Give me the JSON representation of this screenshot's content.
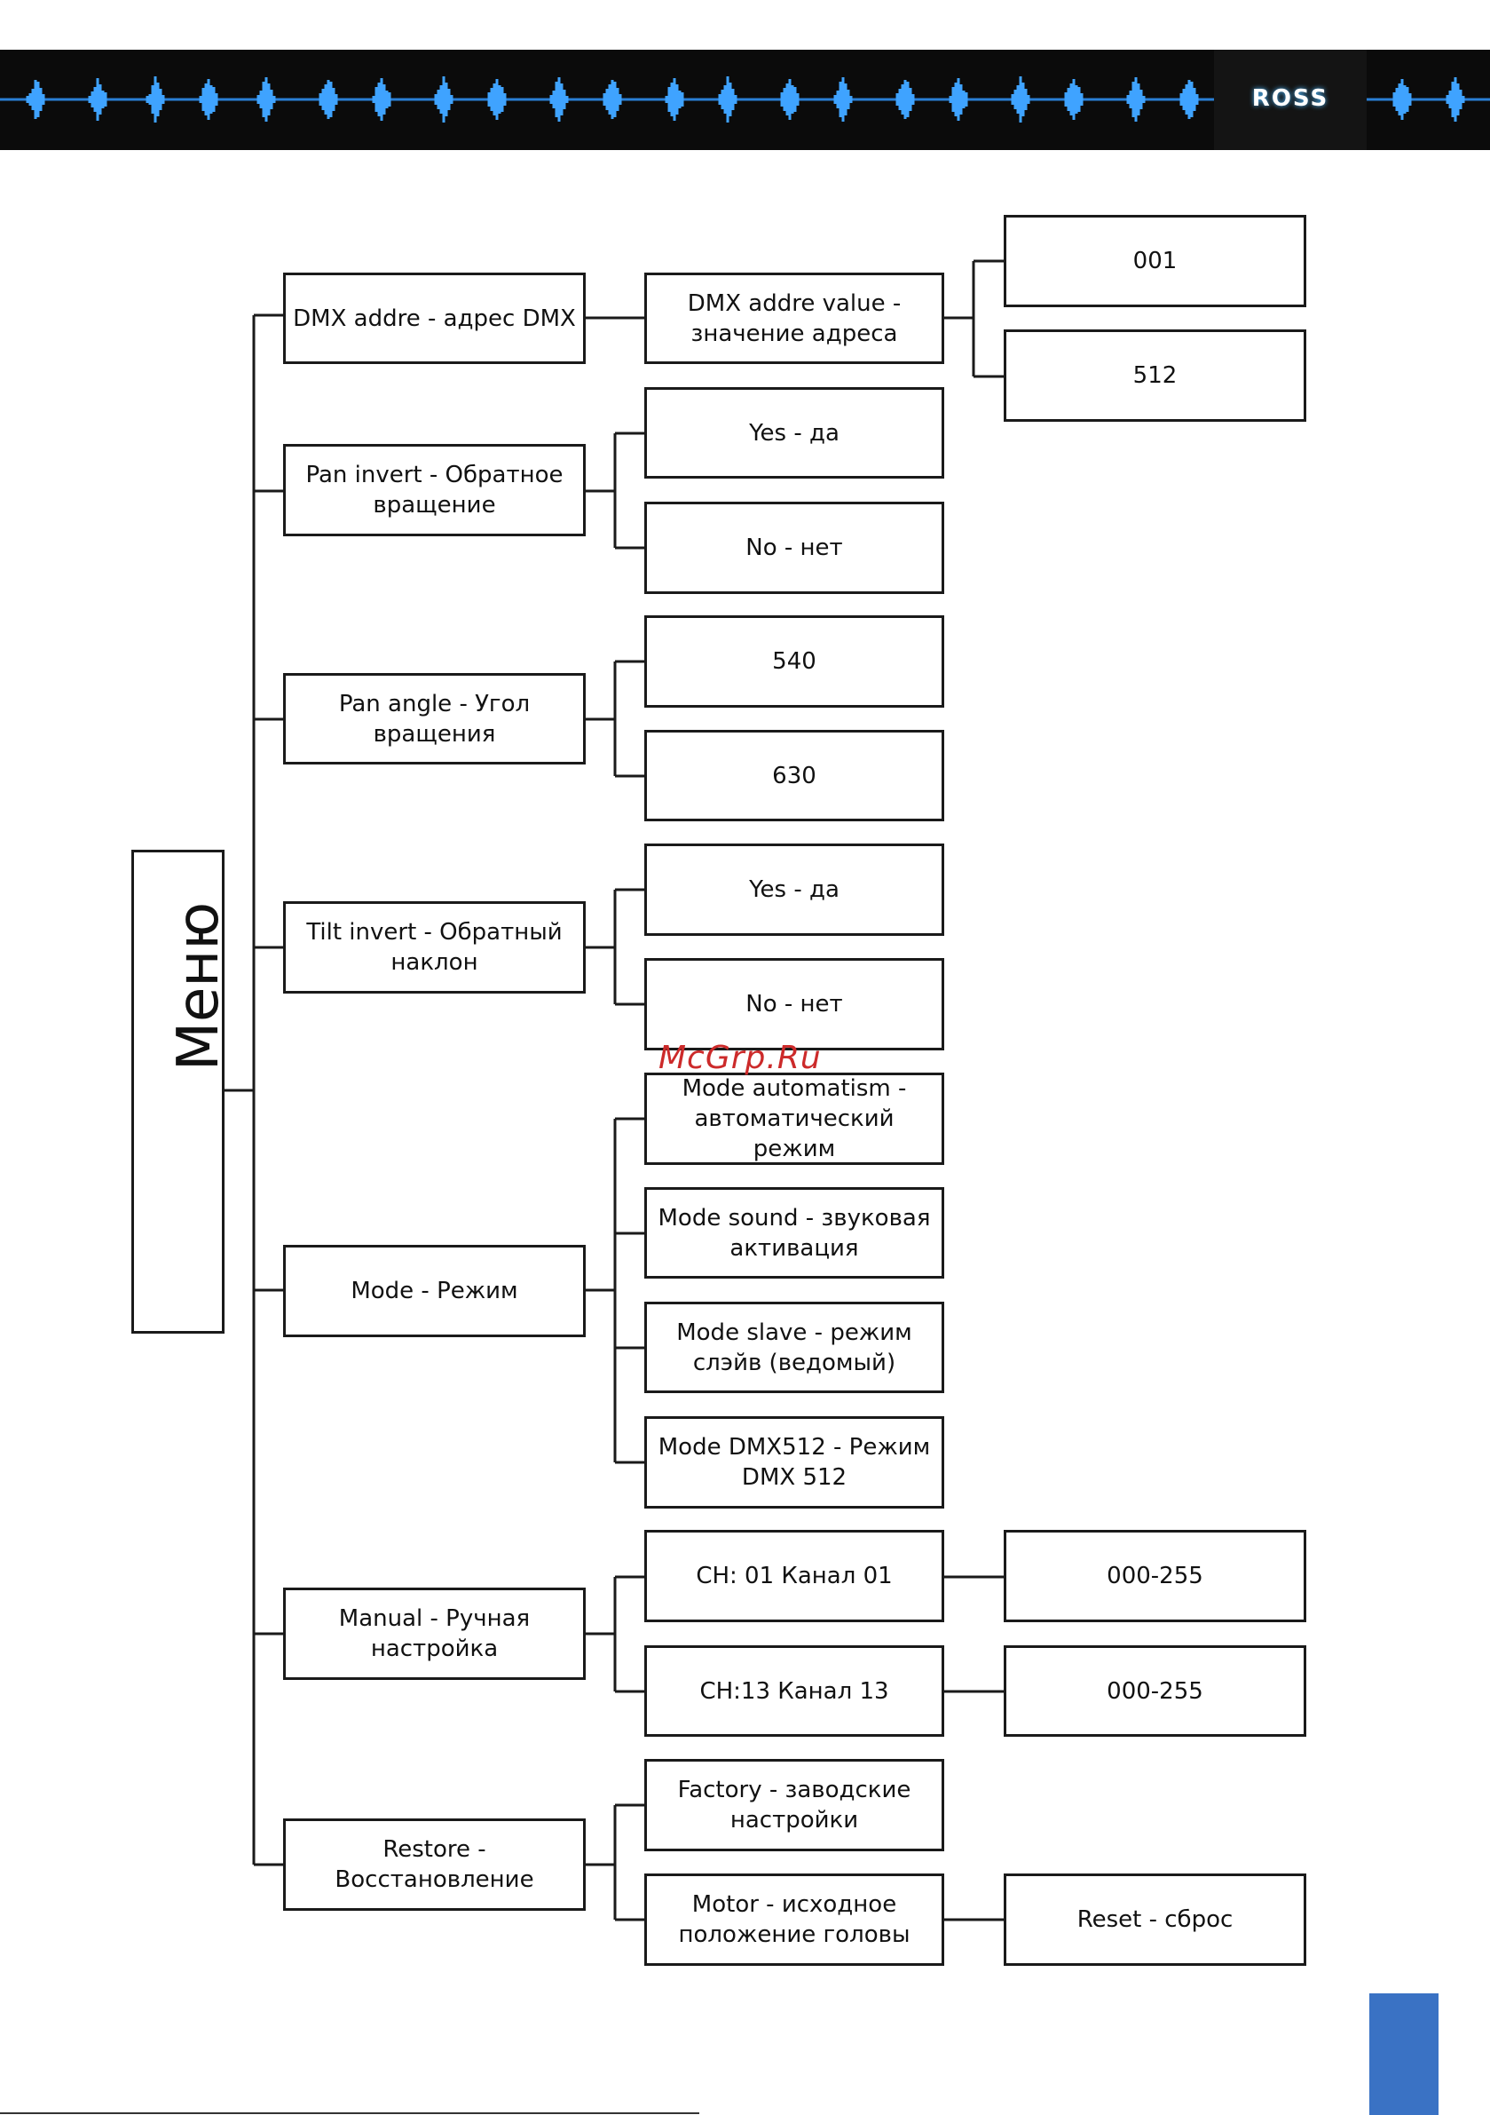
{
  "brand": {
    "logo_text": "ROSS",
    "accent": "#3a72c4",
    "watermark": "McGrp.Ru"
  },
  "menu": {
    "root": "Меню",
    "items": [
      {
        "label": "DMX addre - адрес DMX",
        "children": [
          {
            "label": "DMX addre value - значение адреса",
            "children": [
              "001",
              "512"
            ]
          }
        ]
      },
      {
        "label": "Pan invert - Обратное вращение",
        "children": [
          {
            "label": "Yes - да"
          },
          {
            "label": "No - нет"
          }
        ]
      },
      {
        "label": "Pan angle - Угол вращения",
        "children": [
          {
            "label": "540"
          },
          {
            "label": "630"
          }
        ]
      },
      {
        "label": "Tilt invert - Обратный наклон",
        "children": [
          {
            "label": "Yes - да"
          },
          {
            "label": "No - нет"
          }
        ]
      },
      {
        "label": "Mode - Режим",
        "children": [
          {
            "label": "Mode automatism - автоматический режим"
          },
          {
            "label": "Mode sound - звуковая активация"
          },
          {
            "label": "Mode slave - режим слэйв (ведомый)"
          },
          {
            "label": "Mode DMX512 - Режим DMX 512"
          }
        ]
      },
      {
        "label": "Manual - Ручная настройка",
        "children": [
          {
            "label": "CH: 01 Канал 01",
            "value": "000-255"
          },
          {
            "label": "CH:13 Канал 13",
            "value": "000-255"
          }
        ]
      },
      {
        "label": "Restore - Восстановление",
        "children": [
          {
            "label": "Factory - заводские настройки"
          },
          {
            "label": "Motor - исходное положение головы",
            "value": "Reset - сброс"
          }
        ]
      }
    ]
  }
}
